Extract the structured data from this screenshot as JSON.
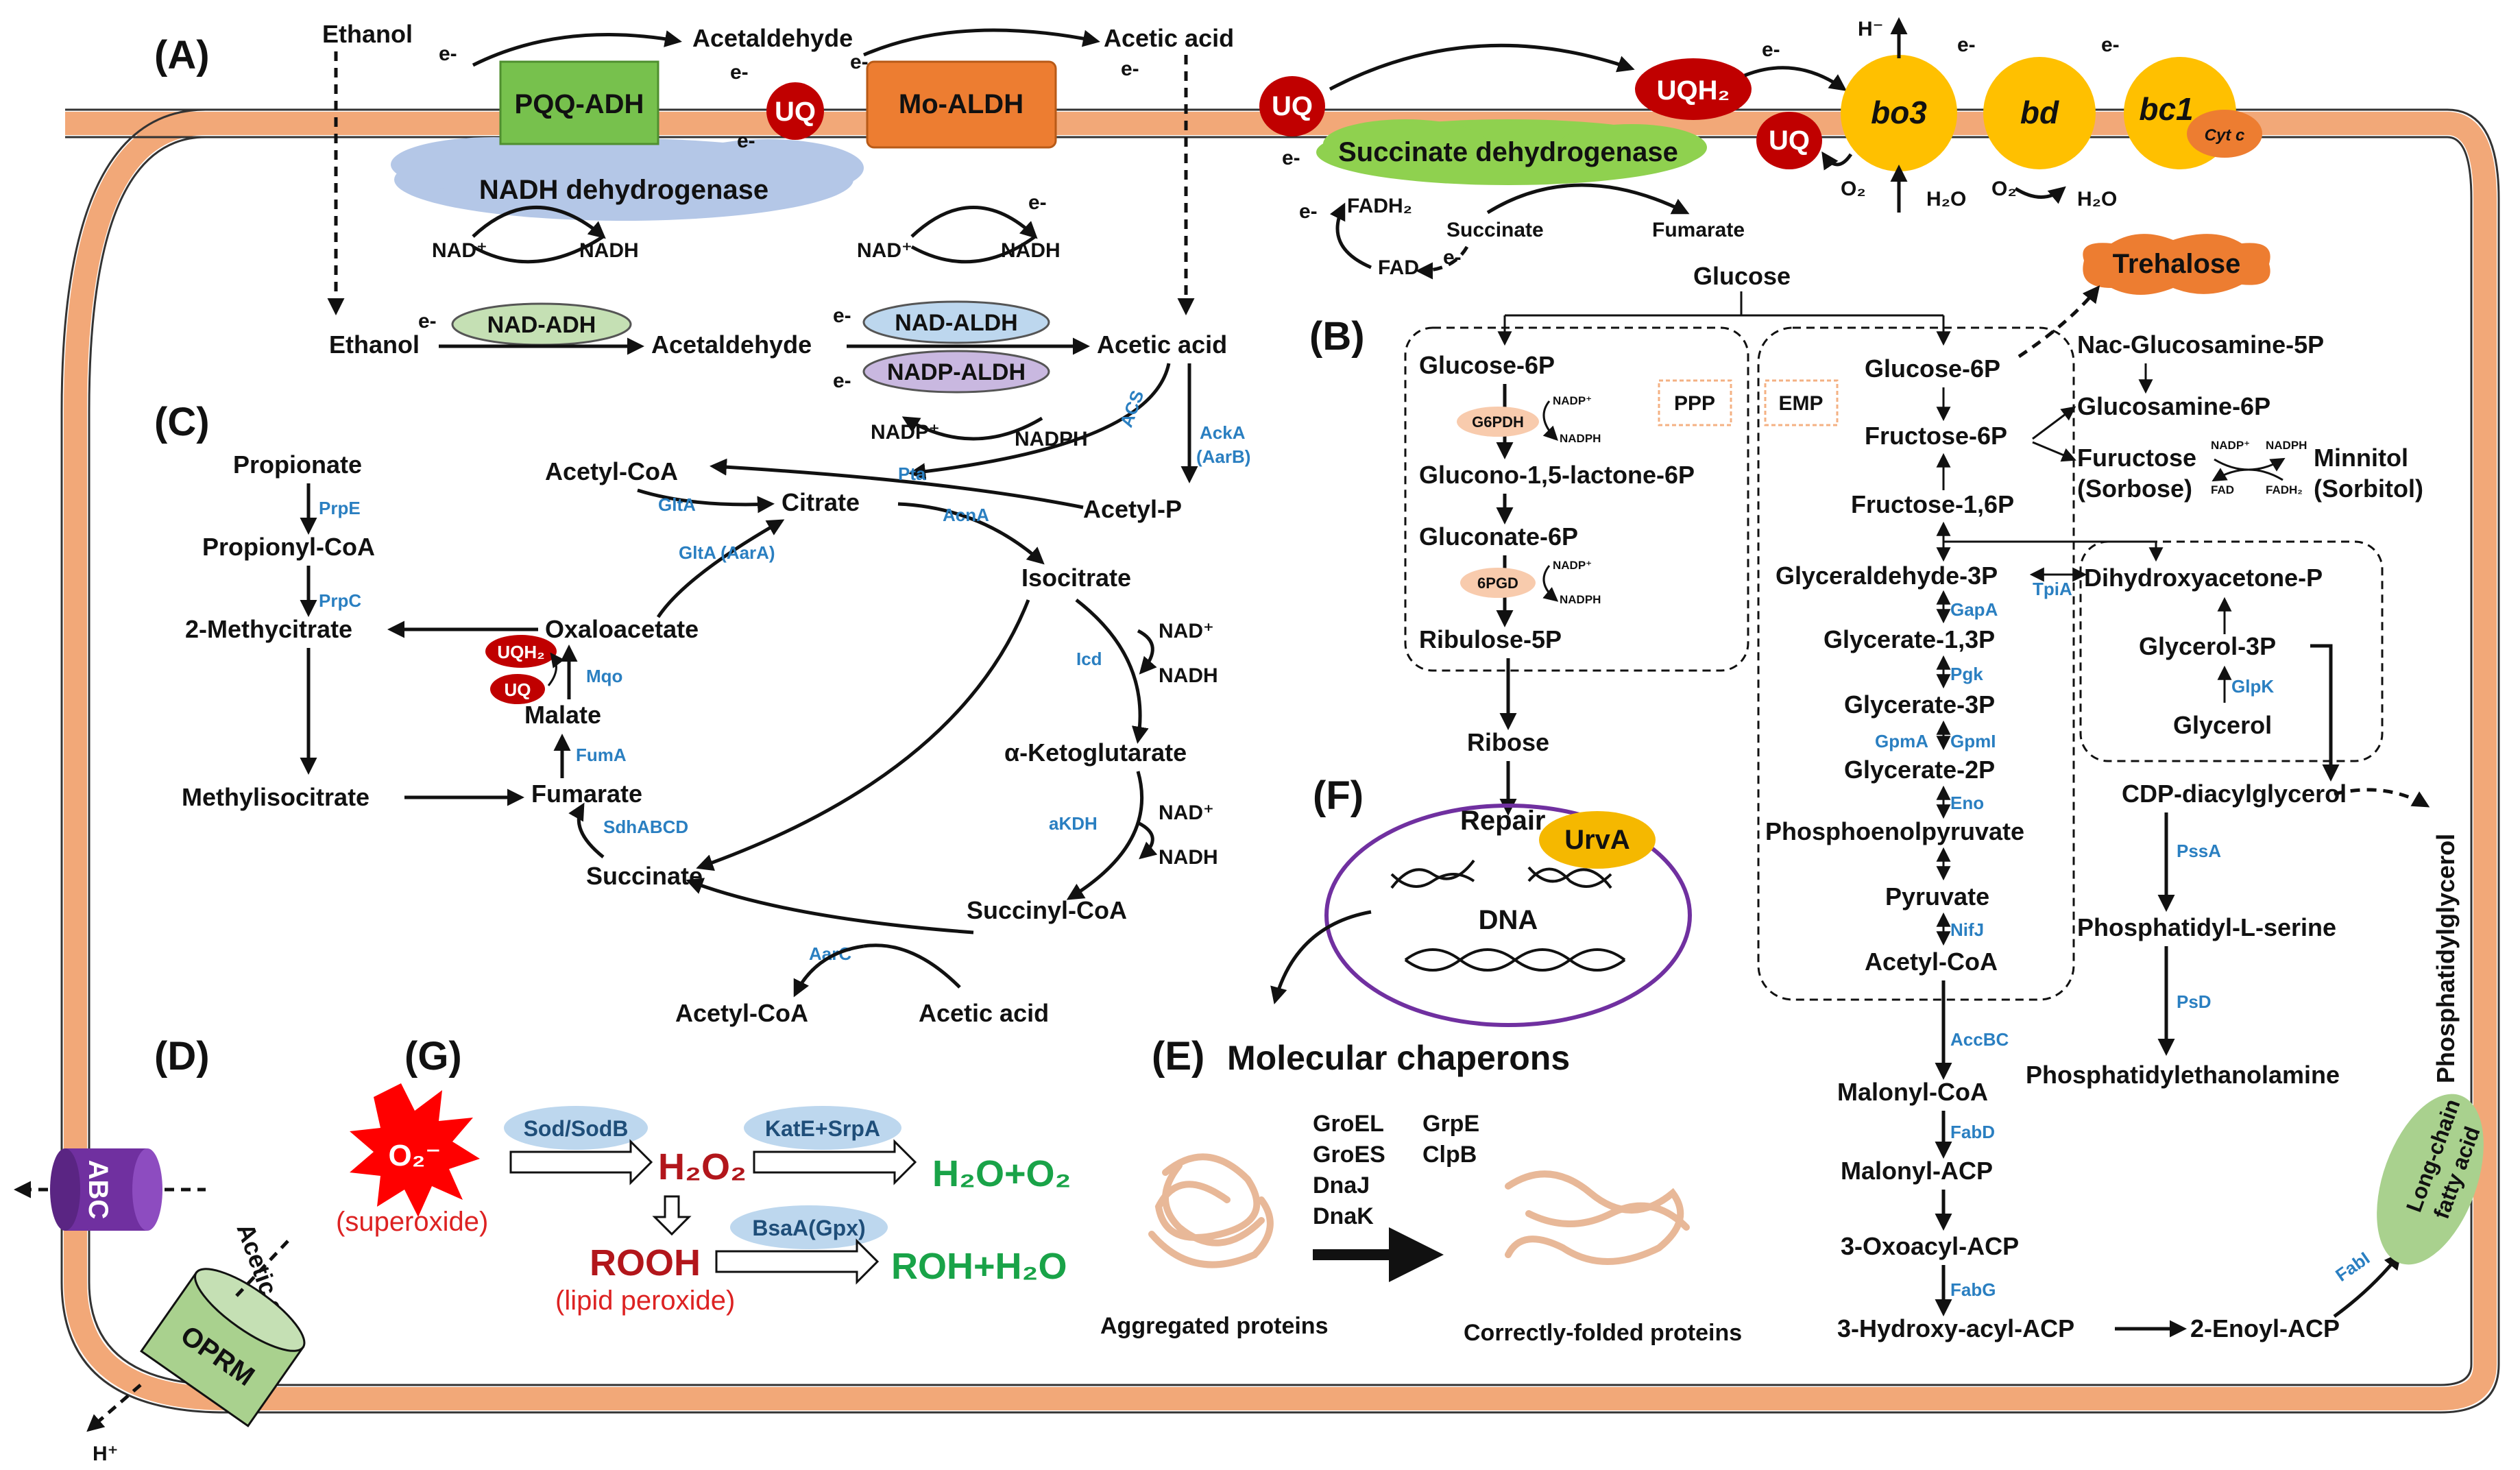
{
  "panels": {
    "A": "(A)",
    "B": "(B)",
    "C": "(C)",
    "D": "(D)",
    "E": "(E)",
    "F": "(F)",
    "G": "(G)"
  },
  "electron": "e-",
  "membrane": {
    "ethanol_top": "Ethanol",
    "acetaldehyde_top": "Acetaldehyde",
    "acetic_acid_top": "Acetic acid",
    "pqq_adh": "PQQ-ADH",
    "uq": "UQ",
    "mo_aldh": "Mo-ALDH",
    "nadh_dehydrogenase": "NADH dehydrogenase",
    "nad_plus": "NAD⁺",
    "nadh": "NADH",
    "succinate_dehydrogenase": "Succinate dehydrogenase",
    "uqh2": "UQH₂",
    "fadh2": "FADH₂",
    "fad": "FAD",
    "succinate": "Succinate",
    "fumarate": "Fumarate",
    "h_minus": "H⁻",
    "bo3": "bo3",
    "bd": "bd",
    "bc1": "bc1",
    "cytc": "Cyt c",
    "o2": "O₂",
    "h2o": "H₂O"
  },
  "cytoplasm_oxidation": {
    "ethanol": "Ethanol",
    "nad_adh": "NAD-ADH",
    "acetaldehyde": "Acetaldehyde",
    "nad_aldh": "NAD-ALDH",
    "nadp_aldh": "NADP-ALDH",
    "acetic_acid": "Acetic acid",
    "nadp_plus": "NADP⁺",
    "nadph": "NADPH",
    "acs": "ACS",
    "acka": "AckA",
    "aarb": "(AarB)",
    "acetyl_p": "Acetyl-P",
    "pta": "Pta"
  },
  "tca": {
    "propionate": "Propionate",
    "prpe": "PrpE",
    "propionyl_coa": "Propionyl-CoA",
    "prpc": "PrpC",
    "methylcitrate": "2-Methycitrate",
    "methylisocitrate": "Methylisocitrate",
    "acetyl_coa": "Acetyl-CoA",
    "glta": "GltA",
    "glta_aara": "GltA (AarA)",
    "citrate": "Citrate",
    "acna": "AcnA",
    "isocitrate": "Isocitrate",
    "icd": "Icd",
    "akg": "α-Ketoglutarate",
    "akdh": "aKDH",
    "succinyl_coa": "Succinyl-CoA",
    "aarc": "AarC",
    "acetyl_coa_bottom": "Acetyl-CoA",
    "acetic_acid_bottom": "Acetic acid",
    "succinate": "Succinate",
    "sdhabcd": "SdhABCD",
    "fumarate": "Fumarate",
    "fuma": "FumA",
    "malate": "Malate",
    "mqo": "Mqo",
    "oxaloacetate": "Oxaloacetate",
    "uqh2": "UQH₂",
    "uq": "UQ",
    "nad_plus": "NAD⁺",
    "nadh": "NADH"
  },
  "glycolysis": {
    "glucose": "Glucose",
    "trehalose": "Trehalose",
    "ppp": "PPP",
    "emp": "EMP",
    "g6p": "Glucose-6P",
    "g6pdh": "G6PDH",
    "nadp_small": "NADP⁺",
    "nadph_small": "NADPH",
    "gluconolactone": "Glucono-1,5-lactone-6P",
    "gluconate": "Gluconate-6P",
    "pgd": "6PGD",
    "ribulose": "Ribulose-5P",
    "ribose": "Ribose",
    "g6p_emp": "Glucose-6P",
    "f6p": "Fructose-6P",
    "f16p": "Fructose-1,6P",
    "gap": "Glyceraldehyde-3P",
    "tpia": "TpiA",
    "dhap": "Dihydroxyacetone-P",
    "gapa": "GapA",
    "g13p": "Glycerate-1,3P",
    "pgk": "Pgk",
    "g3p": "Glycerate-3P",
    "gpma": "GpmA",
    "gpmi": "GpmI",
    "g2p": "Glycerate-2P",
    "eno": "Eno",
    "pep": "Phosphoenolpyruvate",
    "pyruvate": "Pyruvate",
    "nifj": "NifJ",
    "acetyl_coa": "Acetyl-CoA",
    "glycerol3p": "Glycerol-3P",
    "glpk": "GlpK",
    "glycerol": "Glycerol",
    "nac": "Nac-Glucosamine-5P",
    "glucosamine": "Glucosamine-6P",
    "fuructose": "Fuructose",
    "sorbose": "(Sorbose)",
    "minnitol": "Minnitol",
    "sorbitol": "(Sorbitol)",
    "fad_small": "FAD",
    "fadh2_small": "FADH₂"
  },
  "lipids": {
    "accbc": "AccBC",
    "malonyl_coa": "Malonyl-CoA",
    "fabd": "FabD",
    "malonyl_acp": "Malonyl-ACP",
    "oxoacyl": "3-Oxoacyl-ACP",
    "fabg": "FabG",
    "hydroxyacyl": "3-Hydroxy-acyl-ACP",
    "enoyl": "2-Enoyl-ACP",
    "fabi": "FabI",
    "long_chain_1": "Long-chain",
    "long_chain_2": "fatty acid",
    "cdp": "CDP-diacylglycerol",
    "pssa": "PssA",
    "ps": "Phosphatidyl-L-serine",
    "psd": "PsD",
    "pe": "Phosphatidylethanolamine",
    "pg": "Phosphatidylglycerol"
  },
  "dna_repair": {
    "repair": "Repair",
    "urva": "UrvA",
    "dna": "DNA"
  },
  "chaperones": {
    "title": "Molecular chaperons",
    "list": [
      "GroEL",
      "GroES",
      "DnaJ",
      "DnaK",
      "GrpE",
      "ClpB"
    ],
    "aggregated": "Aggregated proteins",
    "folded": "Correctly-folded proteins"
  },
  "transport": {
    "abc": "ABC",
    "oprm": "OPRM",
    "acetic_acid": "Acetic acid",
    "h_plus": "H⁺"
  },
  "ros": {
    "o2": "O₂⁻",
    "superoxide": "(superoxide)",
    "sod": "Sod/SodB",
    "h2o2": "H₂O₂",
    "kate": "KatE+SrpA",
    "h2o_o2": "H₂O+O₂",
    "rooh": "ROOH",
    "lipid": "(lipid peroxide)",
    "bsaa": "BsaA(Gpx)",
    "roh": "ROH+H₂O"
  },
  "colors": {
    "membrane": "#f2a878",
    "pqq": "#77c14d",
    "mo_aldh": "#ed7d31",
    "uq": "#c00000",
    "nadh_dh": "#b4c7e7",
    "sdh": "#8fd14f",
    "cytochrome": "#ffc000",
    "abc": "#7030a0",
    "oprm": "#a9d18e",
    "urva": "#f5b800",
    "dna_ring": "#7030a0",
    "enzyme_text": "#2a7fc1",
    "ros_red": "#c00000",
    "product_green": "#19a348"
  }
}
